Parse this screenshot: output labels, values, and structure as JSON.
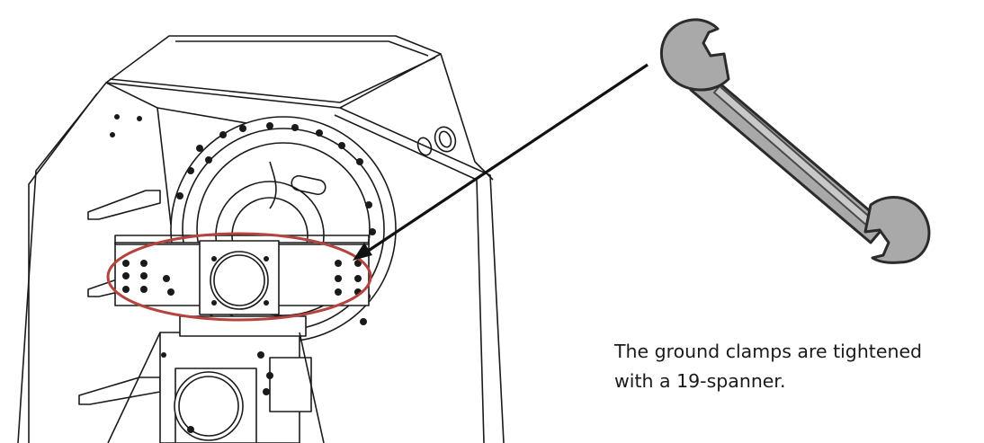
{
  "caption": {
    "line1": "The ground clamps are tightened",
    "line2": "with a 19-spanner."
  },
  "icons": [
    "machine-drawing",
    "highlight-ellipse",
    "pointer-arrow",
    "spanner-icon"
  ],
  "colors": {
    "line": "#1a1a1a",
    "highlight": "#b5433f",
    "spanner_fill": "#a9a9a9",
    "spanner_stroke": "#2b2b2b"
  }
}
